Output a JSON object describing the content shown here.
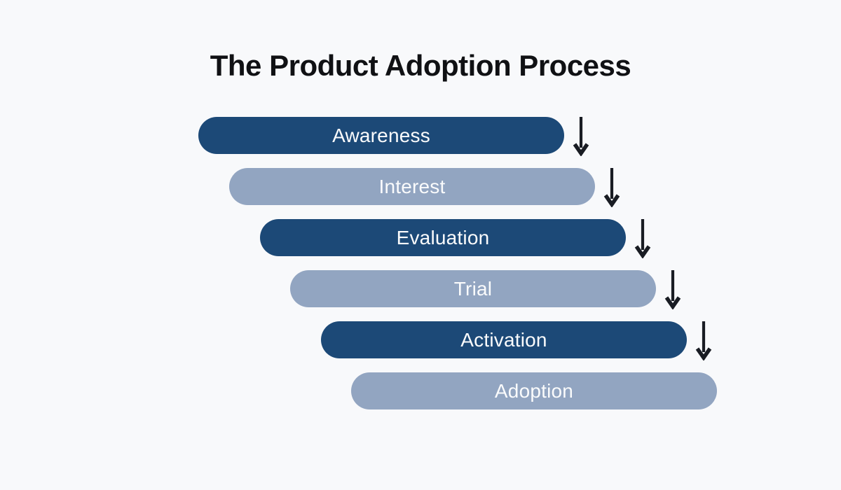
{
  "title": "The Product Adoption Process",
  "colors": {
    "background": "#f8f9fb",
    "pill_dark": "#1c4977",
    "pill_light": "#92a5c1",
    "pill_text": "#fafbfc",
    "title_text": "#101114",
    "arrow": "#191c23"
  },
  "stages": [
    {
      "label": "Awareness",
      "tone": "dark",
      "arrow_after": true
    },
    {
      "label": "Interest",
      "tone": "light",
      "arrow_after": true
    },
    {
      "label": "Evaluation",
      "tone": "dark",
      "arrow_after": true
    },
    {
      "label": "Trial",
      "tone": "light",
      "arrow_after": true
    },
    {
      "label": "Activation",
      "tone": "dark",
      "arrow_after": true
    },
    {
      "label": "Adoption",
      "tone": "light",
      "arrow_after": false
    }
  ]
}
